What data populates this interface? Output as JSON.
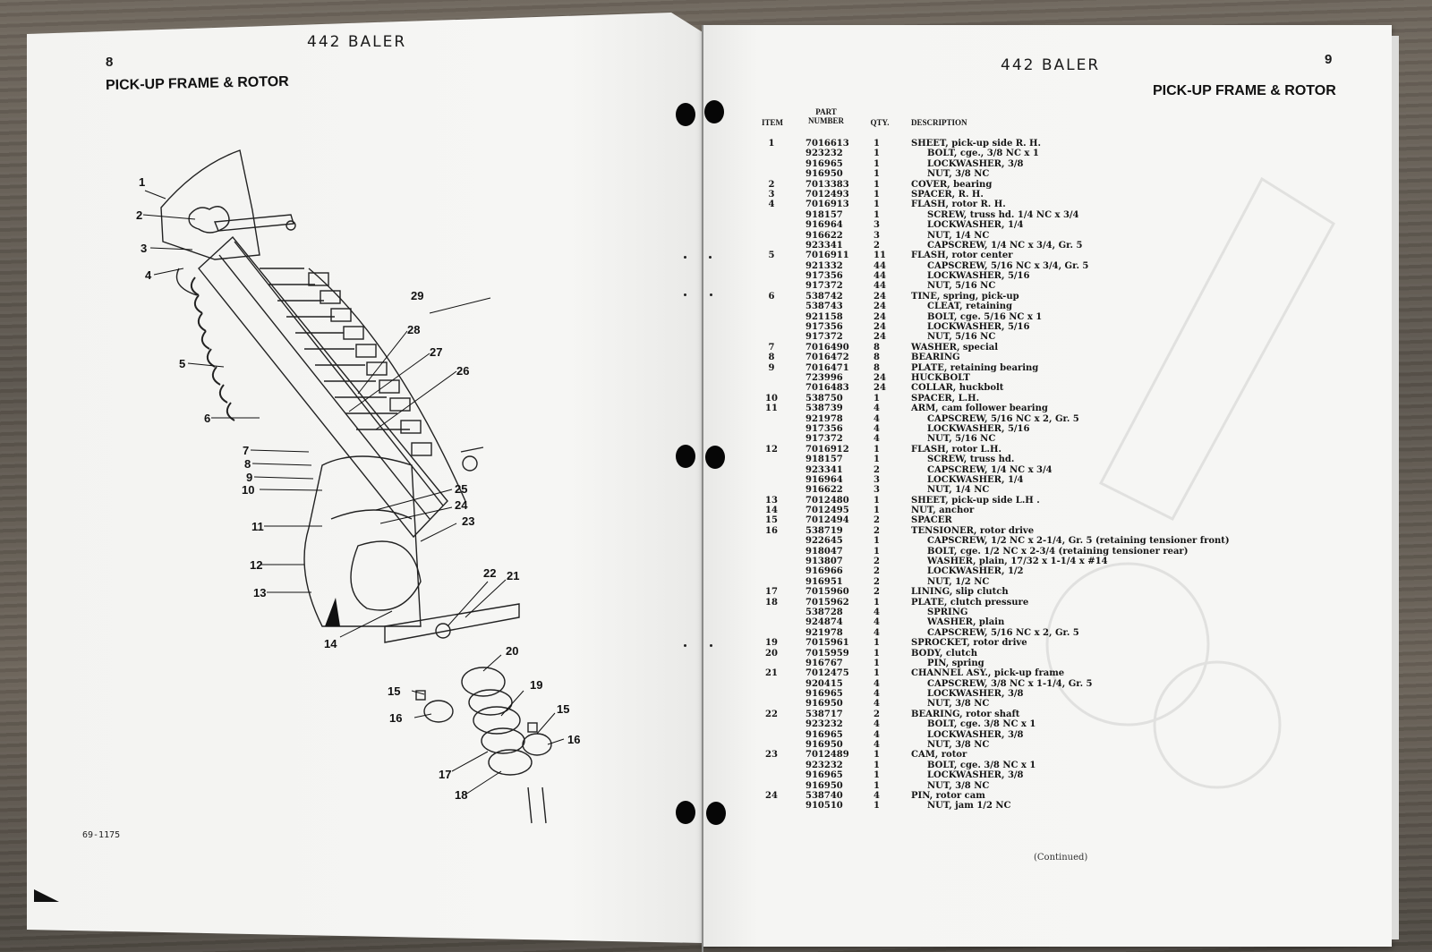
{
  "left_page": {
    "page_number": "8",
    "header": "442 BALER",
    "section_title": "PICK-UP FRAME & ROTOR",
    "form_number": "69-1175",
    "diagram": {
      "description": "Exploded view of pick-up frame and rotor",
      "callouts": [
        "1",
        "2",
        "3",
        "4",
        "5",
        "6",
        "7",
        "8",
        "9",
        "10",
        "11",
        "12",
        "13",
        "14",
        "15",
        "16",
        "17",
        "18",
        "19",
        "20",
        "21",
        "22",
        "23",
        "24",
        "25",
        "26",
        "27",
        "28",
        "29",
        "15",
        "16"
      ]
    }
  },
  "right_page": {
    "page_number": "9",
    "header": "442 BALER",
    "section_title": "PICK-UP FRAME & ROTOR",
    "columns": {
      "item": "ITEM",
      "part_number_line1": "PART",
      "part_number_line2": "NUMBER",
      "qty": "QTY.",
      "description": "DESCRIPTION"
    },
    "rows": [
      {
        "item": "1",
        "part": "7016613",
        "qty": "1",
        "desc": "SHEET, pick-up side R. H.",
        "sub": false
      },
      {
        "item": "",
        "part": "923232",
        "qty": "1",
        "desc": "BOLT, cge., 3/8 NC x 1",
        "sub": true
      },
      {
        "item": "",
        "part": "916965",
        "qty": "1",
        "desc": "LOCKWASHER, 3/8",
        "sub": true
      },
      {
        "item": "",
        "part": "916950",
        "qty": "1",
        "desc": "NUT, 3/8 NC",
        "sub": true
      },
      {
        "item": "2",
        "part": "7013383",
        "qty": "1",
        "desc": "COVER, bearing",
        "sub": false
      },
      {
        "item": "3",
        "part": "7012493",
        "qty": "1",
        "desc": "SPACER, R. H.",
        "sub": false
      },
      {
        "item": "4",
        "part": "7016913",
        "qty": "1",
        "desc": "FLASH, rotor R. H.",
        "sub": false
      },
      {
        "item": "",
        "part": "918157",
        "qty": "1",
        "desc": "SCREW, truss hd. 1/4 NC x 3/4",
        "sub": true
      },
      {
        "item": "",
        "part": "916964",
        "qty": "3",
        "desc": "LOCKWASHER, 1/4",
        "sub": true
      },
      {
        "item": "",
        "part": "916622",
        "qty": "3",
        "desc": "NUT, 1/4 NC",
        "sub": true
      },
      {
        "item": "",
        "part": "923341",
        "qty": "2",
        "desc": "CAPSCREW, 1/4 NC x 3/4, Gr. 5",
        "sub": true
      },
      {
        "item": "5",
        "part": "7016911",
        "qty": "11",
        "desc": "FLASH, rotor center",
        "sub": false
      },
      {
        "item": "",
        "part": "921332",
        "qty": "44",
        "desc": "CAPSCREW, 5/16 NC x 3/4, Gr. 5",
        "sub": true
      },
      {
        "item": "",
        "part": "917356",
        "qty": "44",
        "desc": "LOCKWASHER, 5/16",
        "sub": true
      },
      {
        "item": "",
        "part": "917372",
        "qty": "44",
        "desc": "NUT, 5/16 NC",
        "sub": true
      },
      {
        "item": "6",
        "part": "538742",
        "qty": "24",
        "desc": "TINE, spring, pick-up",
        "sub": false
      },
      {
        "item": "",
        "part": "538743",
        "qty": "24",
        "desc": "CLEAT, retaining",
        "sub": true
      },
      {
        "item": "",
        "part": "921158",
        "qty": "24",
        "desc": "BOLT, cge. 5/16 NC x 1",
        "sub": true
      },
      {
        "item": "",
        "part": "917356",
        "qty": "24",
        "desc": "LOCKWASHER, 5/16",
        "sub": true
      },
      {
        "item": "",
        "part": "917372",
        "qty": "24",
        "desc": "NUT, 5/16 NC",
        "sub": true
      },
      {
        "item": "7",
        "part": "7016490",
        "qty": "8",
        "desc": "WASHER, special",
        "sub": false
      },
      {
        "item": "8",
        "part": "7016472",
        "qty": "8",
        "desc": "BEARING",
        "sub": false
      },
      {
        "item": "9",
        "part": "7016471",
        "qty": "8",
        "desc": "PLATE, retaining bearing",
        "sub": false
      },
      {
        "item": "",
        "part": "723996",
        "qty": "24",
        "desc": "HUCKBOLT",
        "sub": false
      },
      {
        "item": "",
        "part": "7016483",
        "qty": "24",
        "desc": "COLLAR, huckbolt",
        "sub": false
      },
      {
        "item": "10",
        "part": "538750",
        "qty": "1",
        "desc": "SPACER, L.H.",
        "sub": false
      },
      {
        "item": "11",
        "part": "538739",
        "qty": "4",
        "desc": "ARM, cam follower bearing",
        "sub": false
      },
      {
        "item": "",
        "part": "921978",
        "qty": "4",
        "desc": "CAPSCREW, 5/16 NC x 2, Gr. 5",
        "sub": true
      },
      {
        "item": "",
        "part": "917356",
        "qty": "4",
        "desc": "LOCKWASHER, 5/16",
        "sub": true
      },
      {
        "item": "",
        "part": "917372",
        "qty": "4",
        "desc": "NUT, 5/16 NC",
        "sub": true
      },
      {
        "item": "12",
        "part": "7016912",
        "qty": "1",
        "desc": "FLASH, rotor L.H.",
        "sub": false
      },
      {
        "item": "",
        "part": "918157",
        "qty": "1",
        "desc": "SCREW, truss hd.",
        "sub": true
      },
      {
        "item": "",
        "part": "923341",
        "qty": "2",
        "desc": "CAPSCREW, 1/4 NC x 3/4",
        "sub": true
      },
      {
        "item": "",
        "part": "916964",
        "qty": "3",
        "desc": "LOCKWASHER, 1/4",
        "sub": true
      },
      {
        "item": "",
        "part": "916622",
        "qty": "3",
        "desc": "NUT, 1/4 NC",
        "sub": true
      },
      {
        "item": "13",
        "part": "7012480",
        "qty": "1",
        "desc": "SHEET, pick-up side L.H .",
        "sub": false
      },
      {
        "item": "14",
        "part": "7012495",
        "qty": "1",
        "desc": "NUT, anchor",
        "sub": false
      },
      {
        "item": "15",
        "part": "7012494",
        "qty": "2",
        "desc": "SPACER",
        "sub": false
      },
      {
        "item": "16",
        "part": "538719",
        "qty": "2",
        "desc": "TENSIONER, rotor drive",
        "sub": false
      },
      {
        "item": "",
        "part": "922645",
        "qty": "1",
        "desc": "CAPSCREW, 1/2 NC x 2-1/4, Gr. 5 (retaining tensioner front)",
        "sub": true
      },
      {
        "item": "",
        "part": "918047",
        "qty": "1",
        "desc": "BOLT, cge. 1/2 NC x 2-3/4  (retaining tensioner rear)",
        "sub": true
      },
      {
        "item": "",
        "part": "913807",
        "qty": "2",
        "desc": "WASHER, plain, 17/32 x 1-1/4 x #14",
        "sub": true
      },
      {
        "item": "",
        "part": "916966",
        "qty": "2",
        "desc": "LOCKWASHER, 1/2",
        "sub": true
      },
      {
        "item": "",
        "part": "916951",
        "qty": "2",
        "desc": "NUT, 1/2 NC",
        "sub": true
      },
      {
        "item": "17",
        "part": "7015960",
        "qty": "2",
        "desc": "LINING, slip clutch",
        "sub": false
      },
      {
        "item": "18",
        "part": "7015962",
        "qty": "1",
        "desc": "PLATE, clutch pressure",
        "sub": false
      },
      {
        "item": "",
        "part": "538728",
        "qty": "4",
        "desc": "SPRING",
        "sub": true
      },
      {
        "item": "",
        "part": "924874",
        "qty": "4",
        "desc": "WASHER, plain",
        "sub": true
      },
      {
        "item": "",
        "part": "921978",
        "qty": "4",
        "desc": "CAPSCREW, 5/16 NC x 2, Gr. 5",
        "sub": true
      },
      {
        "item": "19",
        "part": "7015961",
        "qty": "1",
        "desc": "SPROCKET, rotor drive",
        "sub": false
      },
      {
        "item": "20",
        "part": "7015959",
        "qty": "1",
        "desc": "BODY, clutch",
        "sub": false
      },
      {
        "item": "",
        "part": "916767",
        "qty": "1",
        "desc": "PIN, spring",
        "sub": true
      },
      {
        "item": "21",
        "part": "7012475",
        "qty": "1",
        "desc": "CHANNEL ASY., pick-up frame",
        "sub": false
      },
      {
        "item": "",
        "part": "920415",
        "qty": "4",
        "desc": "CAPSCREW, 3/8 NC x 1-1/4, Gr. 5",
        "sub": true
      },
      {
        "item": "",
        "part": "916965",
        "qty": "4",
        "desc": "LOCKWASHER, 3/8",
        "sub": true
      },
      {
        "item": "",
        "part": "916950",
        "qty": "4",
        "desc": "NUT, 3/8 NC",
        "sub": true
      },
      {
        "item": "22",
        "part": "538717",
        "qty": "2",
        "desc": "BEARING, rotor shaft",
        "sub": false
      },
      {
        "item": "",
        "part": "923232",
        "qty": "4",
        "desc": "BOLT, cge. 3/8 NC x 1",
        "sub": true
      },
      {
        "item": "",
        "part": "916965",
        "qty": "4",
        "desc": "LOCKWASHER,  3/8",
        "sub": true
      },
      {
        "item": "",
        "part": "916950",
        "qty": "4",
        "desc": "NUT, 3/8 NC",
        "sub": true
      },
      {
        "item": "23",
        "part": "7012489",
        "qty": "1",
        "desc": "CAM, rotor",
        "sub": false
      },
      {
        "item": "",
        "part": "923232",
        "qty": "1",
        "desc": "BOLT, cge. 3/8 NC x 1",
        "sub": true
      },
      {
        "item": "",
        "part": "916965",
        "qty": "1",
        "desc": "LOCKWASHER, 3/8",
        "sub": true
      },
      {
        "item": "",
        "part": "916950",
        "qty": "1",
        "desc": "NUT, 3/8 NC",
        "sub": true
      },
      {
        "item": "24",
        "part": "538740",
        "qty": "4",
        "desc": "PIN, rotor cam",
        "sub": false
      },
      {
        "item": "",
        "part": "910510",
        "qty": "1",
        "desc": "NUT, jam 1/2 NC",
        "sub": true
      }
    ],
    "footer_note": "(Continued)"
  }
}
